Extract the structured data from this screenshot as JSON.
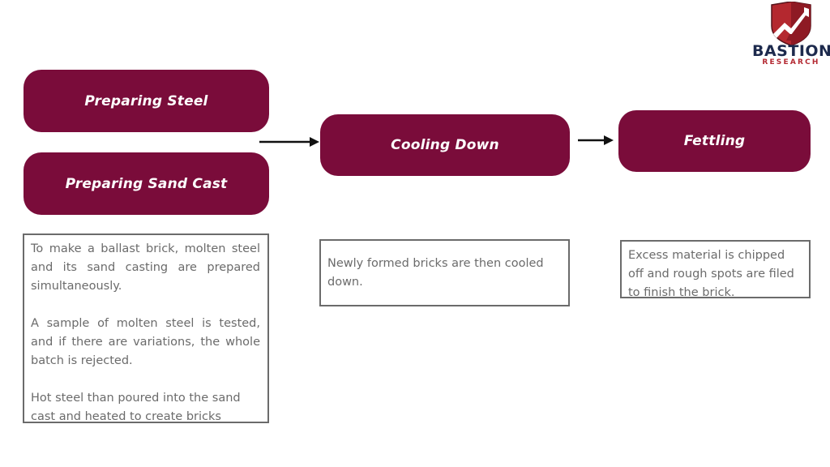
{
  "logo": {
    "mark_icon": "shield-growth-arrow-icon",
    "wordmark": "BASTION",
    "subtitle": "RESEARCH",
    "colors": {
      "mark_red": "#b4282f",
      "mark_dark": "#7a1620",
      "wordmark_navy": "#1d2a4d",
      "subtitle_red": "#b42a33"
    }
  },
  "theme": {
    "accent_maroon": "#7a0c3a",
    "text_gray": "#6b6b6b",
    "border_gray": "#6b6b6b",
    "background": "#ffffff",
    "arrow_black": "#111111"
  },
  "flow": {
    "stages": [
      {
        "id": "preparing-steel",
        "label": "Preparing Steel"
      },
      {
        "id": "preparing-sand-cast",
        "label": "Preparing Sand Cast"
      },
      {
        "id": "cooling-down",
        "label": "Cooling Down"
      },
      {
        "id": "fettling",
        "label": "Fettling"
      }
    ],
    "connectors": [
      {
        "id": "arrow-1",
        "from": "preparing-steel-group",
        "to": "cooling-down",
        "direction": "right"
      },
      {
        "id": "arrow-2",
        "from": "cooling-down",
        "to": "fettling",
        "direction": "right"
      }
    ]
  },
  "descriptions": {
    "preparation": {
      "paragraphs": [
        "To make a ballast brick, molten steel and its sand casting are prepared simultaneously.",
        "A sample of molten steel is tested, and if there are variations, the whole batch is rejected.",
        "Hot steel than poured into the sand cast and heated to create bricks"
      ]
    },
    "cooling": {
      "paragraphs": [
        "Newly formed bricks are then cooled down."
      ]
    },
    "fettling": {
      "paragraphs": [
        "Excess material is chipped off and rough spots are filed to finish the brick."
      ]
    }
  }
}
